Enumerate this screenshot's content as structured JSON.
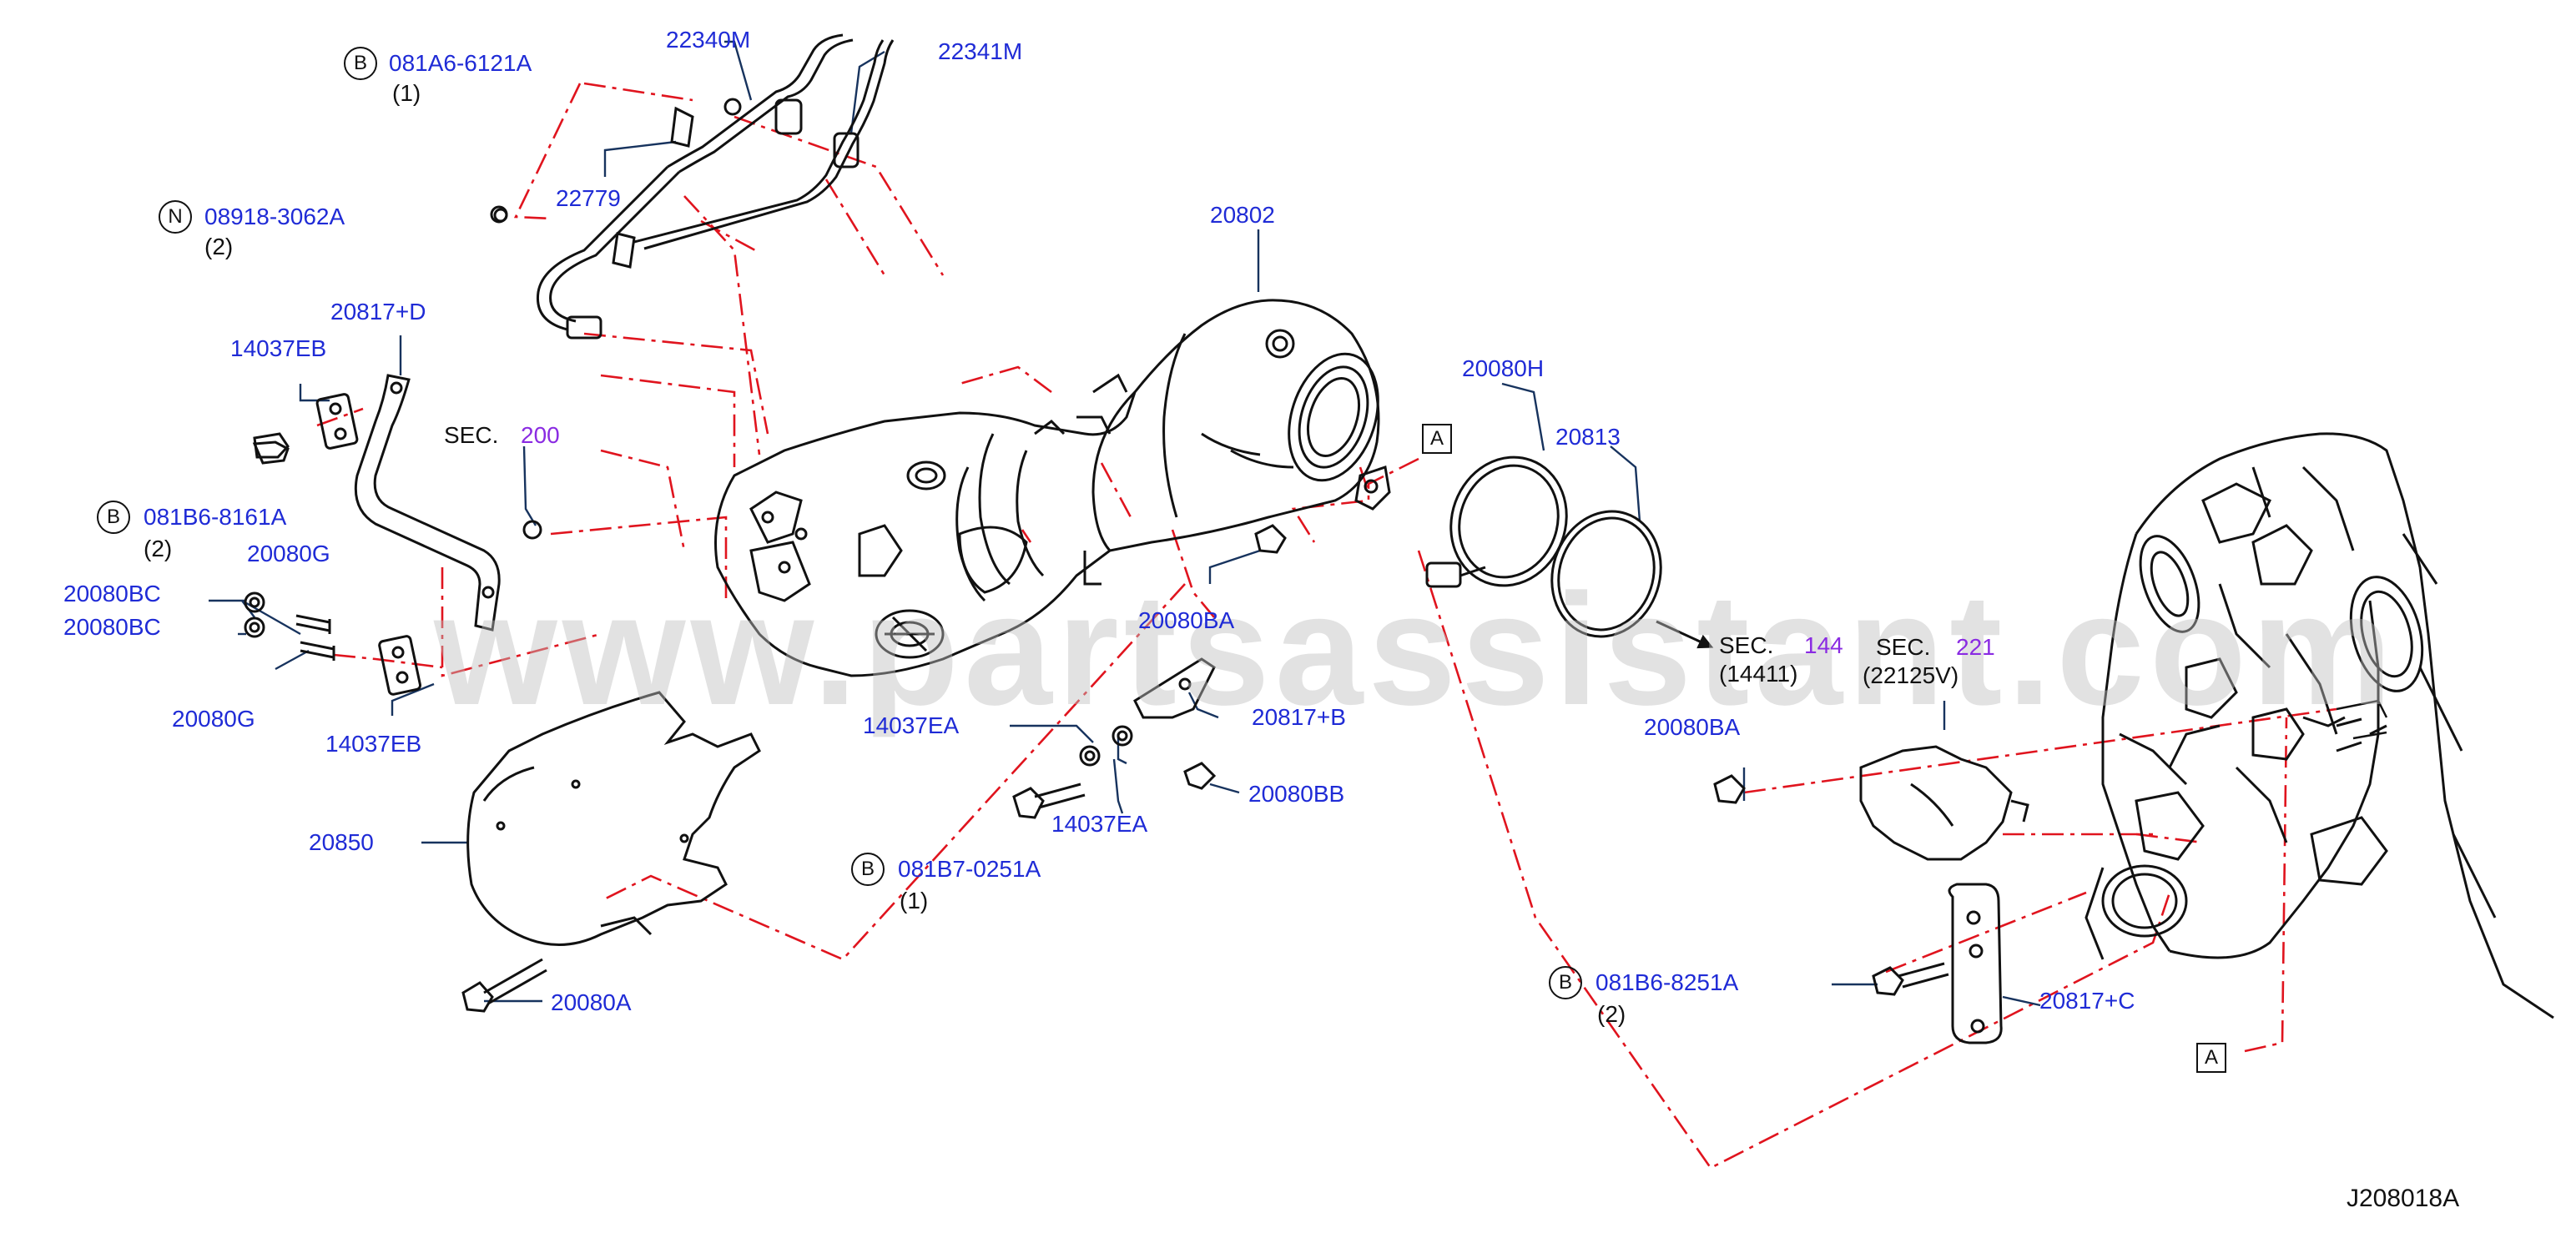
{
  "watermark": "www.partsassistant.com",
  "diagram_code": "J208018A",
  "callouts": {
    "p22340M": "22340M",
    "p22341M": "22341M",
    "p22779": "22779",
    "p20802": "20802",
    "p20817D": "20817+D",
    "p14037EB_top": "14037EB",
    "p14037EB_bot": "14037EB",
    "p20080G_top": "20080G",
    "p20080G_bot": "20080G",
    "p20080BC_1": "20080BC",
    "p20080BC_2": "20080BC",
    "p20080H": "20080H",
    "p20813": "20813",
    "p20080BA_1": "20080BA",
    "p20080BA_2": "20080BA",
    "p14037EA_1": "14037EA",
    "p14037EA_2": "14037EA",
    "p20817B": "20817+B",
    "p20080BB": "20080BB",
    "p20850": "20850",
    "p20080A": "20080A",
    "p20817C": "20817+C"
  },
  "bolts": [
    {
      "symbol": "B",
      "part": "081A6-6121A",
      "qty": "(1)"
    },
    {
      "symbol": "N",
      "part": "08918-3062A",
      "qty": "(2)"
    },
    {
      "symbol": "B",
      "part": "081B6-8161A",
      "qty": "(2)"
    },
    {
      "symbol": "B",
      "part": "081B7-0251A",
      "qty": "(1)"
    },
    {
      "symbol": "B",
      "part": "081B6-8251A",
      "qty": "(2)"
    }
  ],
  "section_refs": [
    {
      "prefix": "SEC.",
      "number": "200",
      "sub": ""
    },
    {
      "prefix": "SEC.",
      "number": "144",
      "sub": "(14411)"
    },
    {
      "prefix": "SEC.",
      "number": "221",
      "sub": "(22125V)"
    }
  ],
  "connector_markers": [
    "A",
    "A"
  ],
  "colors": {
    "label": "#1f2bd6",
    "section_number": "#8a2be2",
    "leader_dash": "#e0141e",
    "outline": "#111111",
    "watermark": "#bebebe"
  }
}
